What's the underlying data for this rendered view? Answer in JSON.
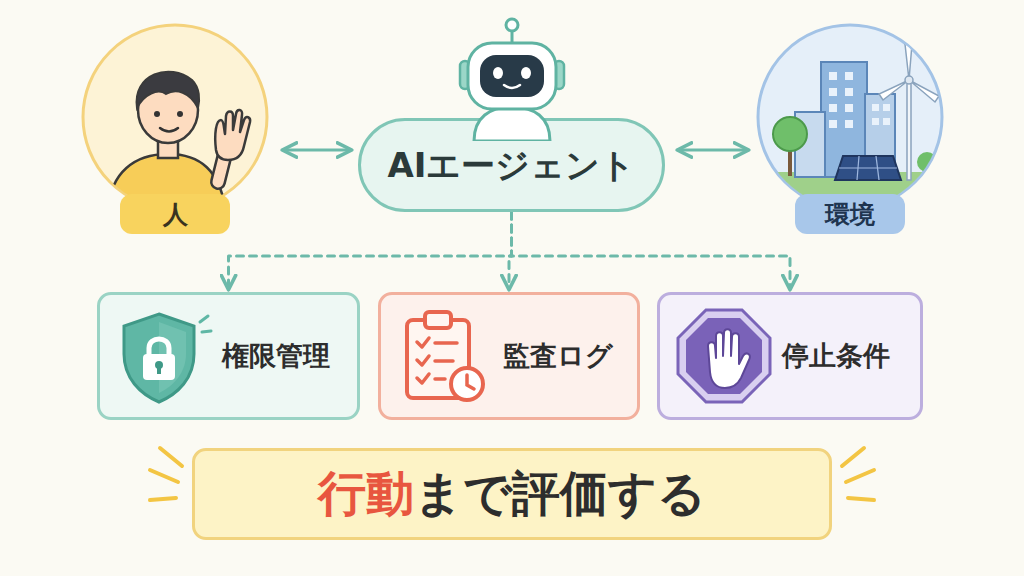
{
  "diagram": {
    "nodes": [
      {
        "text": [
          "人"
        ]
      },
      {
        "text": [
          "AIエージェント"
        ]
      },
      {
        "text": [
          "環境"
        ]
      },
      {
        "text": [
          "権限管理"
        ]
      },
      {
        "text": [
          "監査ログ"
        ]
      },
      {
        "text": [
          "停止条件"
        ]
      },
      {
        "text": [
          "行動",
          "まで評価する"
        ]
      }
    ],
    "edges": [
      {
        "from": 0,
        "to": 1,
        "arrow": "both"
      },
      {
        "from": 1,
        "to": 2,
        "arrow": "both"
      },
      {
        "from": 1,
        "to": 3,
        "arrow": "to"
      },
      {
        "from": 1,
        "to": 4,
        "arrow": "to"
      },
      {
        "from": 1,
        "to": 5,
        "arrow": "to"
      }
    ]
  }
}
